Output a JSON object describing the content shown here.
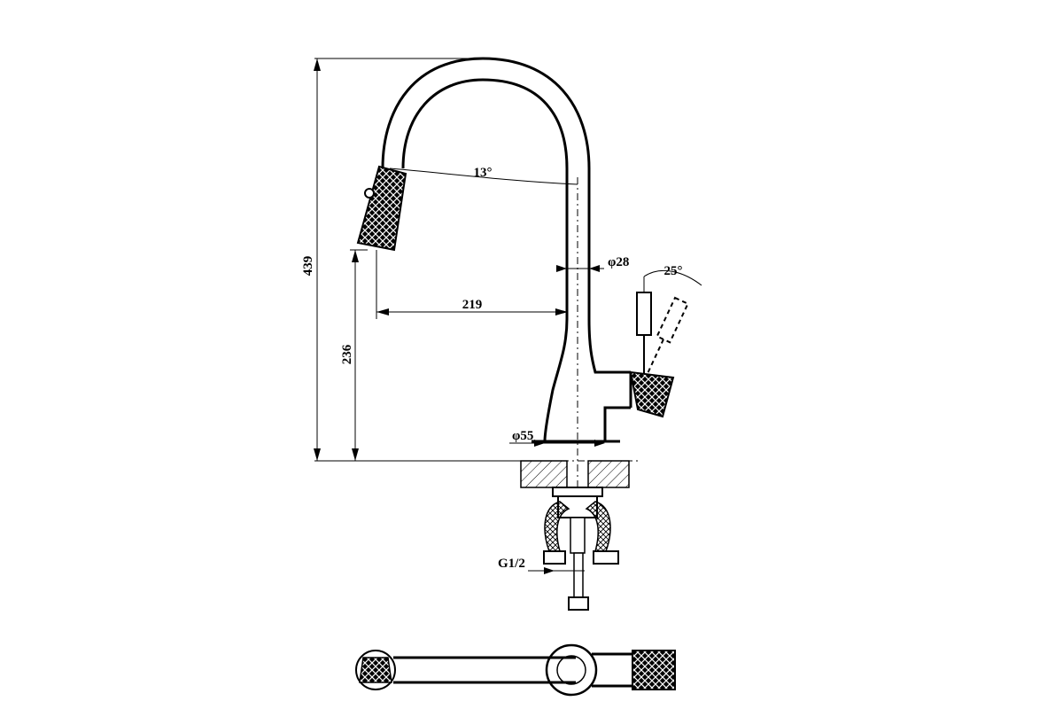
{
  "dimensions": {
    "total_height": "439",
    "spout_height": "236",
    "reach": "219",
    "spout_angle": "13°",
    "lever_angle": "25°",
    "spout_diameter": "φ28",
    "base_diameter": "φ55",
    "hose_thread": "G1/2"
  }
}
